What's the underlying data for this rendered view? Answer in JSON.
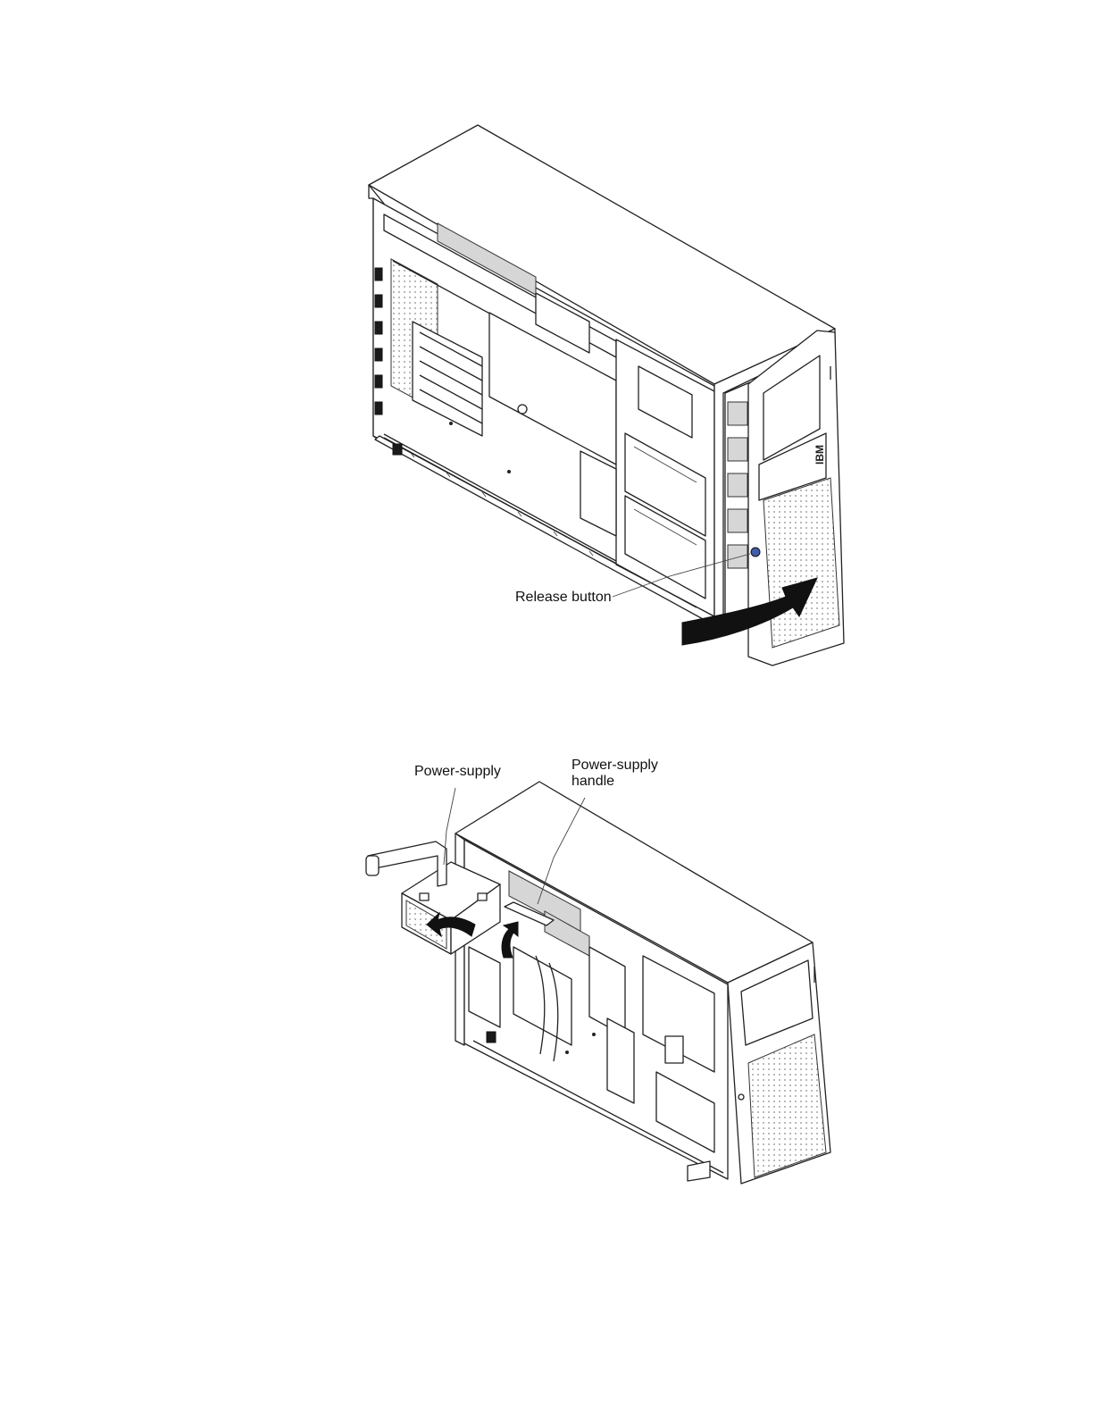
{
  "figure1": {
    "callouts": {
      "release_button": "Release button"
    },
    "bezel_logo": "IBM"
  },
  "figure2": {
    "callouts": {
      "power_supply": "Power-supply",
      "power_supply_handle_line1": "Power-supply",
      "power_supply_handle_line2": "handle"
    }
  }
}
